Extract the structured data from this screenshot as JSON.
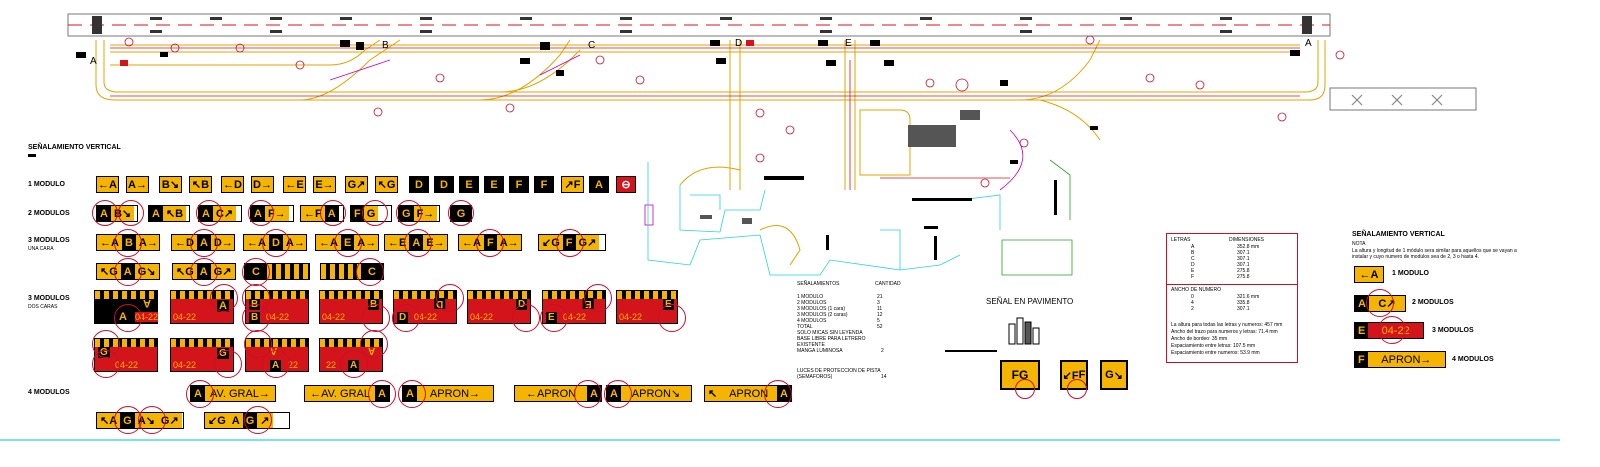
{
  "runway": {
    "taxiway_letters": [
      "A",
      "B",
      "C",
      "D",
      "E",
      "A"
    ]
  },
  "section_title": "SEÑALAMIENTO VERTICAL",
  "rows": {
    "one": "1 MODULO",
    "two": "2 MODULOS",
    "three_a": "3 MODULOS",
    "three_a_sub": "UNA CARA",
    "three_b": "3 MODULOS",
    "three_b_sub": "DOS CARAS",
    "four": "4 MODULOS"
  },
  "signs_row1": [
    "←A",
    "A→",
    "B↘",
    "↖B",
    "←D",
    "D→",
    "←E",
    "E→",
    "G↗",
    "↖G",
    "D",
    "D",
    "E",
    "E",
    "F",
    "F",
    "↗F",
    "A",
    "⊖"
  ],
  "signs_row2": [
    "A",
    "B↘",
    "A",
    "↖B",
    "A",
    "C↗",
    "A",
    "F→",
    "←F",
    "A",
    "F",
    "G",
    "G",
    "F→",
    "G"
  ],
  "signs_row3a": [
    "←A",
    "B",
    "A→",
    "←D",
    "A",
    "D→",
    "←A",
    "D",
    "A→",
    "←A",
    "E",
    "A→",
    "←E",
    "A",
    "E→",
    "←A",
    "F",
    "A→",
    "↙G",
    "F",
    "G↗"
  ],
  "signs_row3a2": [
    "↖G",
    "A",
    "G↘",
    "↖G",
    "A",
    "G↗",
    "C",
    "C"
  ],
  "signs_row3b": [
    "A",
    "A",
    "04-22",
    "04-22",
    "A",
    "B",
    "B",
    "04-22",
    "04-22",
    "B",
    "D",
    "D",
    "04-22",
    "04-22",
    "D",
    "E",
    "E",
    "04-22",
    "04-22",
    "E"
  ],
  "signs_row3c": [
    "G",
    "04-22",
    "04-22",
    "G",
    "A",
    "A",
    "22",
    "22",
    "A",
    "A"
  ],
  "signs_row4": [
    "A",
    "AV. GRAL→",
    "←AV. GRAL",
    "A",
    "A",
    "APRON→",
    "←APRON",
    "A",
    "A",
    "APRON↘",
    "↖",
    "APRON",
    "A"
  ],
  "signs_row5": [
    "↖A",
    "G",
    "A↘",
    "G↗",
    "↙G",
    "A",
    "G",
    "↗"
  ],
  "quantities": {
    "header_left": "SEÑALAMIENTOS",
    "header_right": "CANTIDAD",
    "rows": [
      {
        "label": "1 MODULO",
        "qty": "21"
      },
      {
        "label": "2 MODULOS",
        "qty": "3"
      },
      {
        "label": "3 MODULOS (1 cara)",
        "qty": "11"
      },
      {
        "label": "3 MODULOS (2 caras)",
        "qty": "12"
      },
      {
        "label": "4 MODULOS",
        "qty": "5"
      },
      {
        "label": "TOTAL",
        "qty": "52"
      },
      {
        "label": "SOLO MICAS SIN LEYENDA",
        "qty": ""
      },
      {
        "label": "BASE LIBRE PARA LETRERO",
        "qty": ""
      },
      {
        "label": "EXISTENTE",
        "qty": ""
      },
      {
        "label": "MANGA LUMINOSA",
        "qty": "2"
      },
      {
        "label": "LUCES DE PROTECCION DE PISTA",
        "qty": ""
      },
      {
        "label": "(SEMAFOROS)",
        "qty": "14"
      }
    ]
  },
  "pavement_title": "SEÑAL EN PAVIMENTO",
  "pavement_signs": [
    "F",
    "G",
    "↙F",
    "F",
    "G",
    "↘"
  ],
  "dims_table": {
    "h1": "LETRAS",
    "h2": "DIMENSIONES",
    "rows": [
      {
        "a": "A",
        "b": "352.8 mm"
      },
      {
        "a": "B",
        "b": "307.1"
      },
      {
        "a": "C",
        "b": "307.1"
      },
      {
        "a": "D",
        "b": "307.1"
      },
      {
        "a": "E",
        "b": "275.8"
      },
      {
        "a": "F",
        "b": "275.8"
      }
    ],
    "h3": "ANCHO DE NUMERO",
    "rows2": [
      {
        "a": "0",
        "b": "321.6 mm"
      },
      {
        "a": "4",
        "b": "335.8"
      },
      {
        "a": "2",
        "b": "307.1"
      }
    ],
    "notes": [
      "La altura para todas las letras y numeros: 457 mm",
      "Ancho del trazo para numeros y letras: 71.4 mm",
      "Ancho de bordeo: 35 mm",
      "Espaciamiento entre letras: 107.5 mm",
      "Espaciamiento entre numeros: 53.9 mm"
    ]
  },
  "legend": {
    "title": "SEÑALAMIENTO VERTICAL",
    "nota": "NOTA",
    "note_text_1": "La altura y longitud de 1 módulo sera similar para aquellos que se vayan a",
    "note_text_2": "instalar y cuyo numero de modulos sea de 2, 3 o hasta 4.",
    "items": [
      {
        "cells": [
          "←A"
        ],
        "label": "1 MODULO"
      },
      {
        "cells": [
          "A",
          "C↗"
        ],
        "label": "2 MODULOS"
      },
      {
        "cells": [
          "E",
          "04-22"
        ],
        "label": "3 MODULOS"
      },
      {
        "cells": [
          "F",
          "APRON→"
        ],
        "label": "4 MODULOS"
      }
    ]
  },
  "colors": {
    "sign_yellow": "#f5b400",
    "sign_black": "#000000",
    "sign_red": "#d4141b",
    "circle_red": "#c8102e",
    "taxi_yellow": "#e0a400",
    "cyan": "#2ad4d4"
  }
}
